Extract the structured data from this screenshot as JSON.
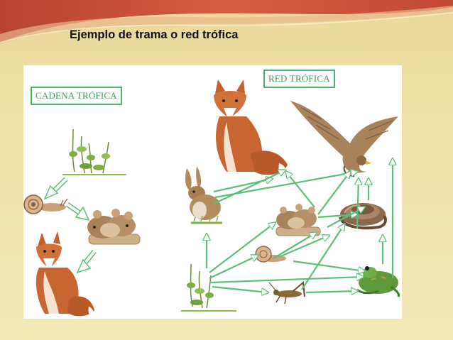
{
  "slide": {
    "title": "Ejemplo de trama o red trófica"
  },
  "diagram": {
    "left_box_label": "CADENA TRÓFICA",
    "right_box_label": "RED TRÓFICA",
    "arrow_color": "#5cbf78",
    "organisms": [
      "grass-plant-icon",
      "snail-icon",
      "mice-icon",
      "fox-icon",
      "rabbit-icon",
      "hawk-icon",
      "snake-icon",
      "frog-icon",
      "grasshopper-icon"
    ]
  },
  "colors": {
    "background": "#eedfa4",
    "header_band": "#c9503a",
    "arrow": "#5cbf78",
    "label_border": "#4db36b"
  }
}
